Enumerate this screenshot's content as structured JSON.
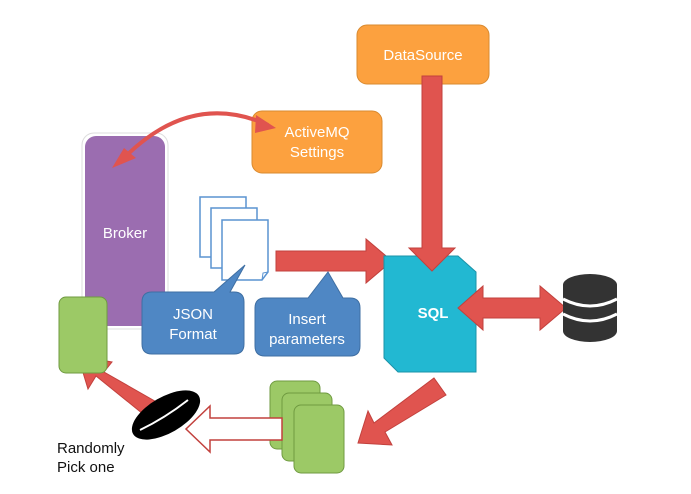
{
  "diagram": {
    "nodes": {
      "datasource": {
        "label": "DataSource",
        "color": "#FCA13F"
      },
      "activemq": {
        "label_lines": [
          "ActiveMQ",
          "Settings"
        ],
        "color": "#FCA13F"
      },
      "broker": {
        "label": "Broker",
        "color": "#9B6DB0"
      },
      "sql": {
        "label": "SQL",
        "color": "#22B8D2"
      },
      "json_callout": {
        "label_lines": [
          "JSON",
          "Format"
        ],
        "color": "#4F87C4"
      },
      "insert_callout": {
        "label_lines": [
          "Insert",
          "parameters"
        ],
        "color": "#4F87C4"
      },
      "picked_card": {
        "color": "#9CC966"
      },
      "card_stack": {
        "count": 3,
        "color": "#9CC966"
      },
      "document_stack": {
        "count": 3,
        "color": "#4F87C4"
      },
      "database": {
        "icon": "database-icon",
        "color": "#333333"
      },
      "random_pick": {
        "icon": "coin-flip-icon",
        "label_lines": [
          "Randomly",
          "Pick one"
        ]
      }
    },
    "arrow_color": "#E0544F",
    "edges": [
      {
        "from": "activemq",
        "to": "broker",
        "style": "curved-bidirectional"
      },
      {
        "from": "datasource",
        "to": "sql",
        "style": "block"
      },
      {
        "from": "document_stack",
        "to": "sql",
        "style": "block"
      },
      {
        "from": "sql",
        "to": "database",
        "style": "block-bidirectional"
      },
      {
        "from": "sql",
        "to": "card_stack",
        "style": "block"
      },
      {
        "from": "card_stack",
        "to": "random_pick",
        "style": "hollow-block"
      },
      {
        "from": "random_pick",
        "to": "picked_card",
        "style": "block"
      }
    ]
  }
}
